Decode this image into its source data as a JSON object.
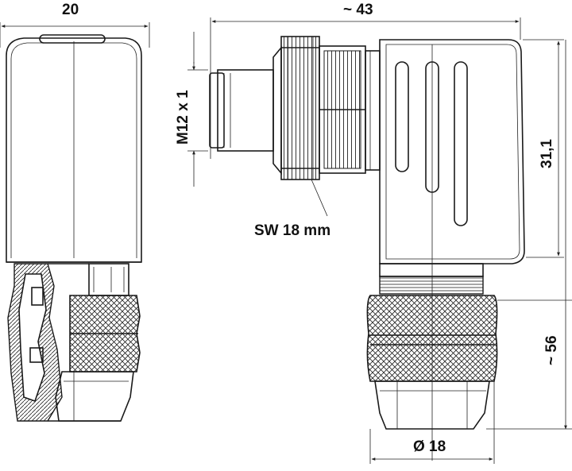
{
  "dimensions": {
    "width_left": "20",
    "length_top": "~ 43",
    "thread": "M12 x 1",
    "height_body": "31,1",
    "wrench": "SW 18 mm",
    "total_height": "~ 56",
    "diameter": "Ø 18"
  },
  "colors": {
    "ink": "#1a1a1a",
    "background": "#ffffff"
  }
}
